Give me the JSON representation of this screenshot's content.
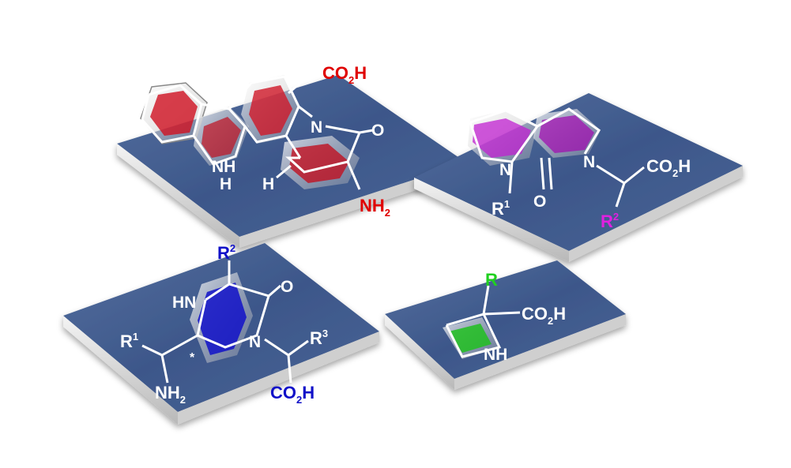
{
  "panels": {
    "top_left": {
      "accent": "#e00000",
      "labels": {
        "co2h": "CO",
        "co2h_sub": "2",
        "co2h_h": "H",
        "n": "N",
        "o": "O",
        "nh": "NH",
        "h_under": "H",
        "h_left": "H",
        "nh2": "NH",
        "nh2_sub": "2"
      }
    },
    "top_right": {
      "accent": "#e020e0",
      "labels": {
        "n_left": "N",
        "n_right": "N",
        "co2h": "CO",
        "co2h_sub": "2",
        "co2h_h": "H",
        "o": "O",
        "r1": "R",
        "r1_sup": "1",
        "r2": "R",
        "r2_sup": "2"
      }
    },
    "bottom_left": {
      "accent": "#1010c8",
      "labels": {
        "r2": "R",
        "r2_sup": "2",
        "o": "O",
        "hn": "HN",
        "n": "N",
        "r1": "R",
        "r1_sup": "1",
        "r3": "R",
        "r3_sup": "3",
        "star": "*",
        "nh2": "NH",
        "nh2_sub": "2",
        "co2h": "CO",
        "co2h_sub": "2",
        "co2h_h": "H"
      }
    },
    "bottom_right": {
      "accent": "#20d020",
      "labels": {
        "r": "R",
        "co2h": "CO",
        "co2h_sub": "2",
        "co2h_h": "H",
        "nh": "NH"
      }
    }
  },
  "colors": {
    "plate_top": "#3f5a8c",
    "plate_side": "#d8d8d8",
    "bond": "#ffffff"
  }
}
